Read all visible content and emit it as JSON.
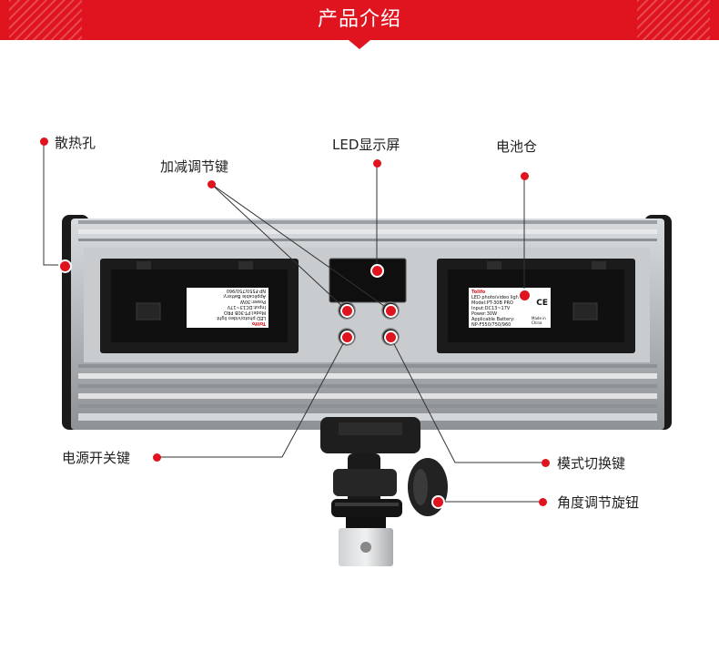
{
  "header": {
    "title": "产品介绍"
  },
  "colors": {
    "brand_red": "#e0141e",
    "body_silver": "#b8bcbf",
    "battery_black": "#1b1b1b"
  },
  "callouts": {
    "heat_vent": "散热孔",
    "led_display": "LED显示屏",
    "battery_compartment": "电池仓",
    "adjust_keys": "加减调节键",
    "power_key": "电源开关键",
    "mode_key": "模式切换键",
    "angle_knob": "角度调节旋钮"
  },
  "battery_label_left": {
    "brand": "Tolifo",
    "lines": [
      "LED photo/video light",
      "Model:PT-30B PRO",
      "Input:DC13~17V",
      "Power:30W",
      "Applicable Battery:",
      "NP-F550/750/960"
    ]
  },
  "battery_label_right": {
    "brand": "Tolifo",
    "lines": [
      "LED photo/video light",
      "Model:PT-30B PRO",
      "Input:DC13~17V",
      "Power:30W",
      "Applicable Battery:",
      "NP-F550/750/960"
    ],
    "origin": "Made in China",
    "ce_mark": "CE"
  }
}
